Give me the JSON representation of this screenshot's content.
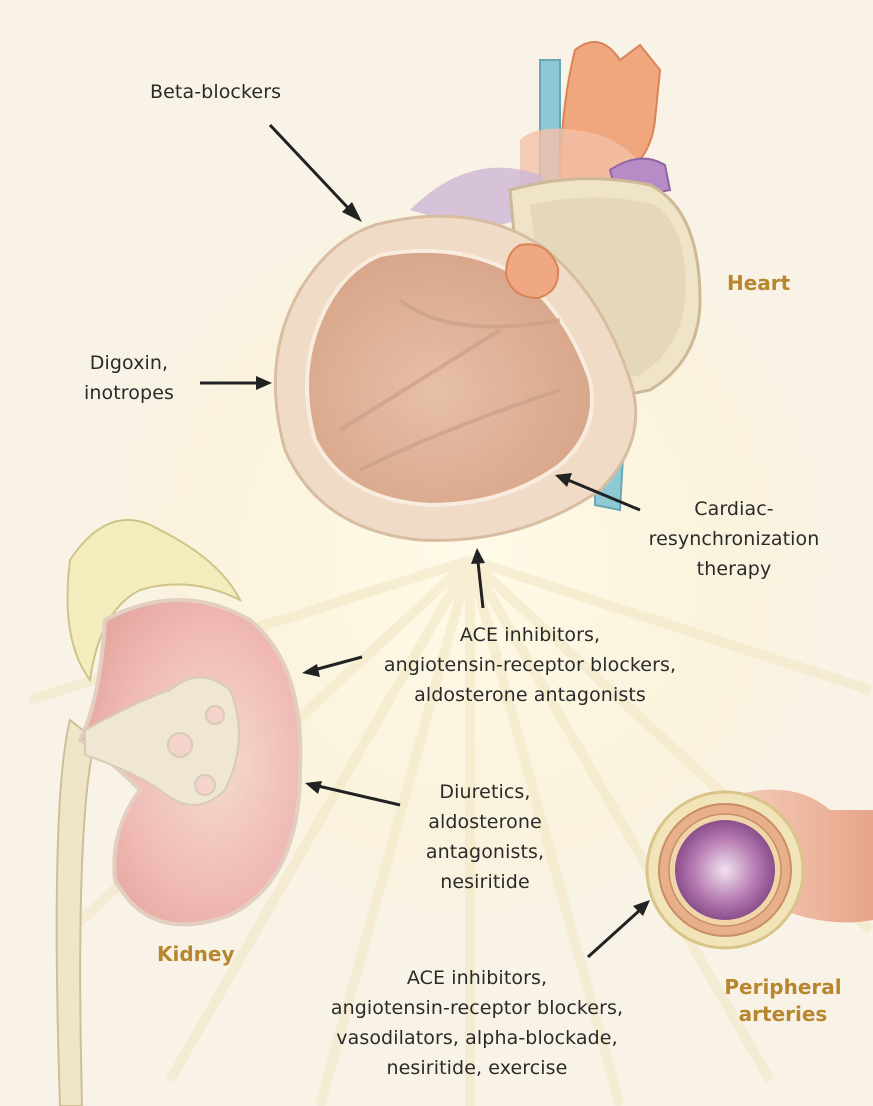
{
  "organs": {
    "heart": "Heart",
    "kidney": "Kidney",
    "arteries": [
      "Peripheral",
      "arteries"
    ]
  },
  "labels": {
    "beta_blockers": "Beta-blockers",
    "digoxin": [
      "Digoxin,",
      "inotropes"
    ],
    "crt": [
      "Cardiac-",
      "resynchronization",
      "therapy"
    ],
    "ace_heart": [
      "ACE inhibitors,",
      "angiotensin-receptor blockers,",
      "aldosterone antagonists"
    ],
    "diuretics": [
      "Diuretics,",
      "aldosterone",
      "antagonists,",
      "nesiritide"
    ],
    "ace_arteries": [
      "ACE inhibitors,",
      "angiotensin-receptor blockers,",
      "vasodilators, alpha-blockade,",
      "nesiritide, exercise"
    ]
  },
  "colors": {
    "background": "#f8f3e6",
    "organ_label": "#b8862f",
    "text": "#2a2a2a",
    "arrow": "#222222"
  }
}
